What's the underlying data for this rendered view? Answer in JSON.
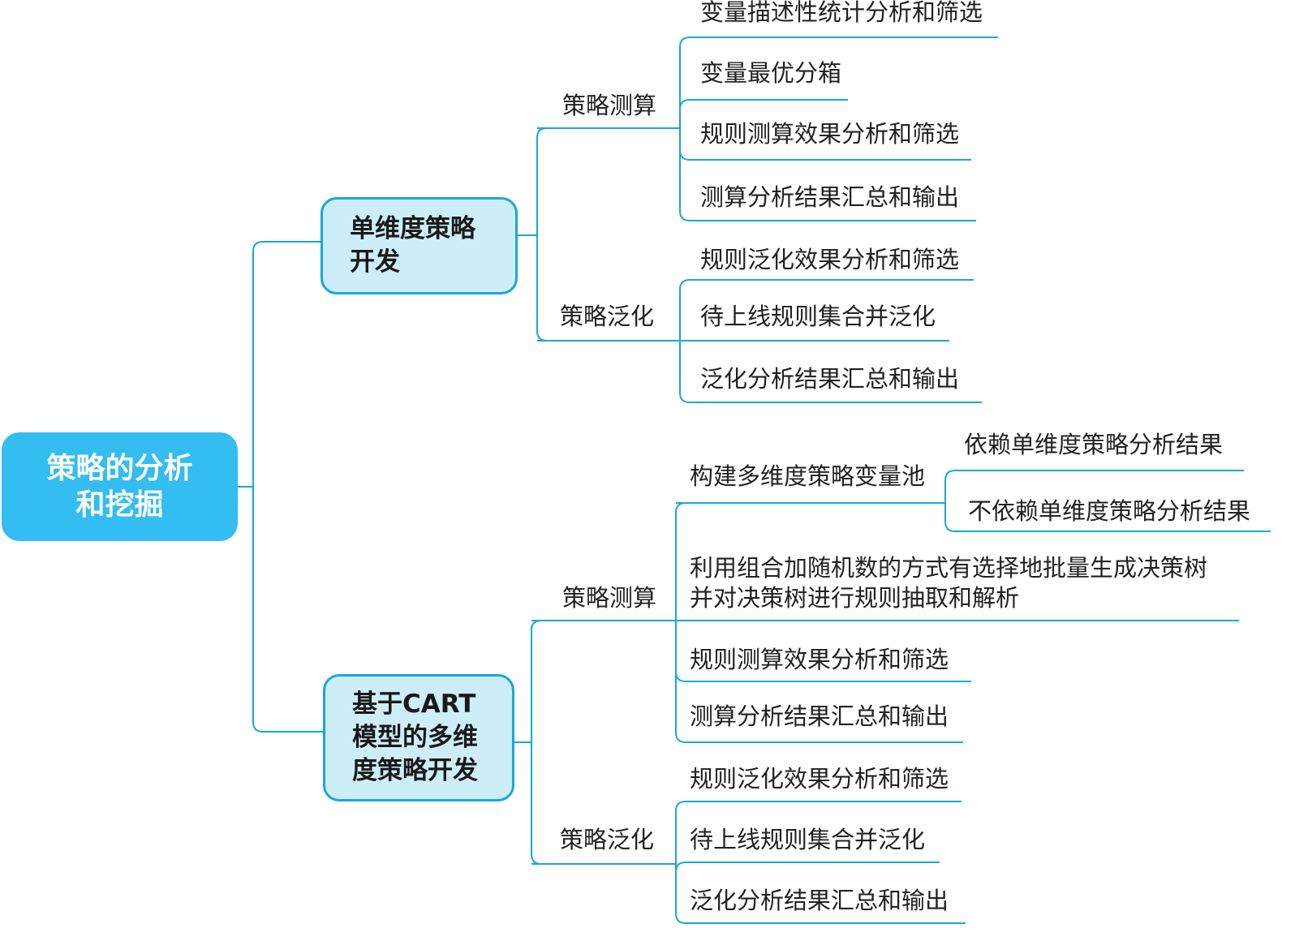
{
  "colors": {
    "root_fill": "#33bdf0",
    "branch_fill": "#cdeef9",
    "line": "#1aa6e0"
  },
  "root": {
    "lines": [
      "策略的分析",
      "和挖掘"
    ]
  },
  "branch1": {
    "lines": [
      "单维度策略",
      "开发"
    ],
    "measure": {
      "label": "策略测算",
      "items": [
        "变量描述性统计分析和筛选",
        "变量最优分箱",
        "规则测算效果分析和筛选",
        "测算分析结果汇总和输出"
      ]
    },
    "generalize": {
      "label": "策略泛化",
      "items": [
        "规则泛化效果分析和筛选",
        "待上线规则集合并泛化",
        "泛化分析结果汇总和输出"
      ]
    }
  },
  "branch2": {
    "lines": [
      "基于CART",
      "模型的多维",
      "度策略开发"
    ],
    "measure": {
      "label": "策略测算",
      "pool": {
        "label": "构建多维度策略变量池",
        "items": [
          "依赖单维度策略分析结果",
          "不依赖单维度策略分析结果"
        ]
      },
      "items": [
        "利用组合加随机数的方式有选择地批量生成决策树",
        "并对决策树进行规则抽取和解析",
        "规则测算效果分析和筛选",
        "测算分析结果汇总和输出"
      ]
    },
    "generalize": {
      "label": "策略泛化",
      "items": [
        "规则泛化效果分析和筛选",
        "待上线规则集合并泛化",
        "泛化分析结果汇总和输出"
      ]
    }
  }
}
